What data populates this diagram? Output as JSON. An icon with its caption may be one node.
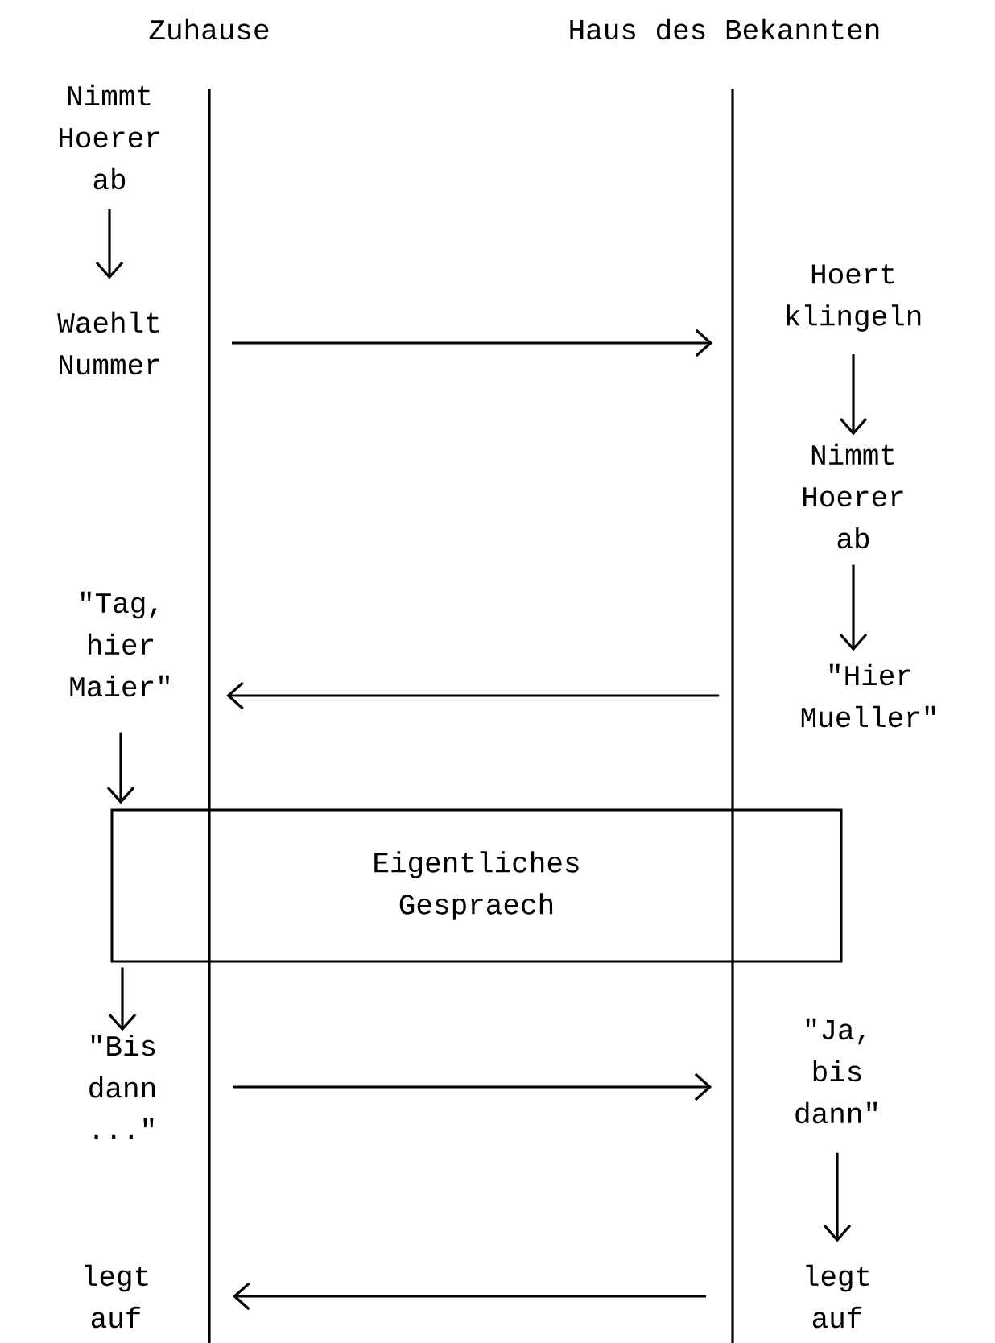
{
  "diagram": {
    "nodes": [
      {
        "text": [
          "Nimmt Hoerer ab"
        ]
      },
      {
        "text": [
          "Waehlt Nummer"
        ]
      },
      {
        "text": [
          "Hoert klingeln"
        ]
      },
      {
        "text": [
          "Nimmt Hoerer ab"
        ]
      },
      {
        "text": [
          "\"Hier Mueller\""
        ]
      },
      {
        "text": [
          "\"Tag, hier Maier\""
        ]
      },
      {
        "text": [
          "Eigentliches Gespraech"
        ]
      },
      {
        "text": [
          "\"Bis dann ...\""
        ]
      },
      {
        "text": [
          "\"Ja, bis dann\""
        ]
      },
      {
        "text": [
          "legt auf"
        ]
      },
      {
        "text": [
          "legt auf"
        ]
      }
    ],
    "edges": [
      {
        "from": 0,
        "to": 1,
        "arrow": "to"
      },
      {
        "from": 1,
        "to": 2,
        "arrow": "to"
      },
      {
        "from": 2,
        "to": 3,
        "arrow": "to"
      },
      {
        "from": 3,
        "to": 4,
        "arrow": "to"
      },
      {
        "from": 4,
        "to": 5,
        "arrow": "to"
      },
      {
        "from": 5,
        "to": 6,
        "arrow": "to"
      },
      {
        "from": 6,
        "to": 7,
        "arrow": "to"
      },
      {
        "from": 7,
        "to": 8,
        "arrow": "to"
      },
      {
        "from": 8,
        "to": 9,
        "arrow": "to"
      },
      {
        "from": 9,
        "to": 10,
        "arrow": "to"
      }
    ],
    "labels": [
      "Zuhause",
      "Haus des Bekannten"
    ]
  }
}
